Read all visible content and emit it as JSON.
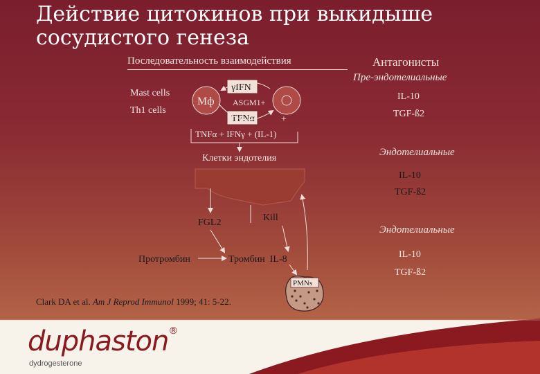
{
  "title": "Действие цитокинов при выкидыше сосудистого генеза",
  "sequence_header": "Последовательность взаимодействия",
  "antagonists_header": "Антагонисты",
  "left_labels": {
    "mast_cells": "Mast cells",
    "th1_cells": "Th1 cells"
  },
  "macrophage": "Mф",
  "gamma_ifn": "γIFN",
  "asgm1": "ASGM1+",
  "tfn_alpha": "TFNα",
  "plus_sign": "+",
  "cytokine_line": "TNFα + IFNγ + (IL-1)",
  "endothelial_cells": "Клетки эндотелия",
  "fgl2": "FGL2",
  "kill": "Kill",
  "prothrombin": "Протромбин",
  "thrombin_il8": "Тромбин  IL-8",
  "pmns": "PMNs",
  "citation": {
    "authors": "Clark DA et al. ",
    "journal": "Am J Reprod Immunol",
    "details": " 1999; 41: 5-22."
  },
  "antagonist_groups": [
    {
      "label": "Пре-эндотелиальные",
      "items": [
        "IL-10",
        "TGF-ß2"
      ]
    },
    {
      "label": "Эндотелиальные",
      "items": [
        "IL-10",
        "TGF-ß2"
      ]
    },
    {
      "label": "Эндотелиальные",
      "items": [
        "IL-10",
        "TGF-ß2"
      ]
    }
  ],
  "logo": {
    "brand": "duphaston",
    "registered": "®",
    "subtitle": "dydrogesterone"
  },
  "colors": {
    "background_top": "#7a1e2e",
    "background_bottom": "#c0764f",
    "cell_fill": "#9a3c32",
    "logo_red": "#8a1a20"
  }
}
